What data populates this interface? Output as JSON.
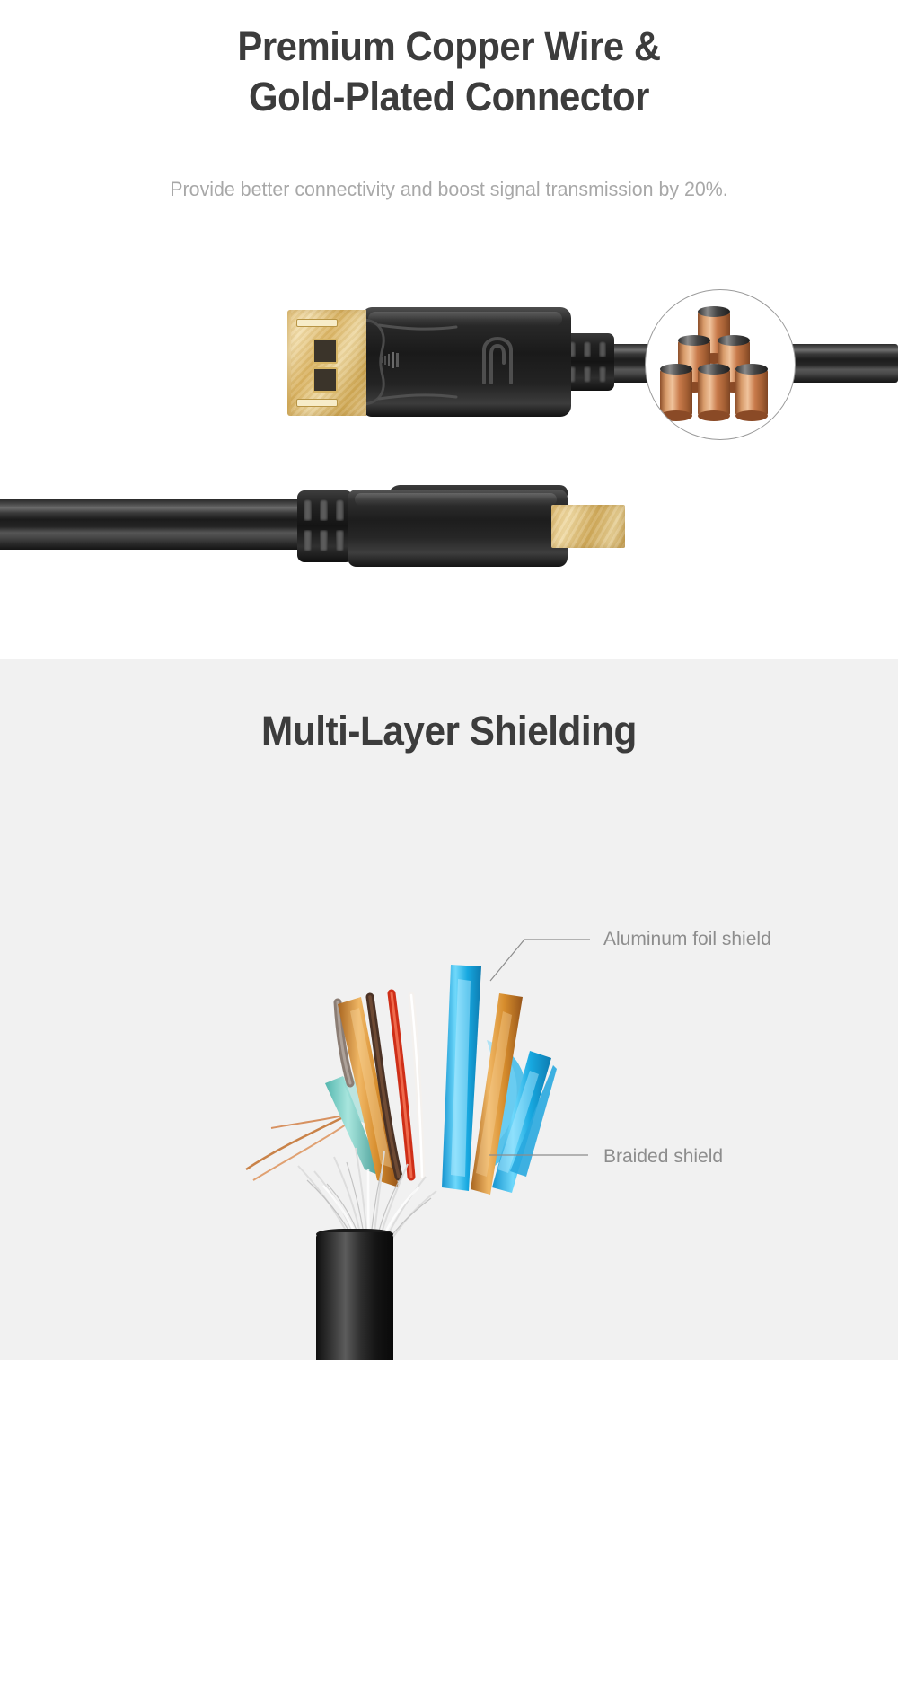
{
  "page": {
    "background_top": "#ffffff",
    "background_bottom": "#f1f1f1",
    "heading_color": "#3c3c3c",
    "subheading_color": "#a8a8a8",
    "label_color": "#8d8d8d"
  },
  "section_one": {
    "headline": "Premium Copper Wire &\nGold-Plated Connector",
    "subheadline": "Provide better connectivity and boost signal transmission by 20%.",
    "product": {
      "connector_front_name": "DisplayPort connector, gold-plated",
      "connector_side_name": "DisplayPort connector side view",
      "cable_color": "#1a1a1a",
      "gold_color": "#dfbb72"
    },
    "inset": {
      "name": "copper wire spools inset",
      "spool_count": 6,
      "copper_color": "#c37a46",
      "border_color": "#9a9a9a"
    }
  },
  "section_two": {
    "headline": "Multi-Layer Shielding",
    "callouts": [
      {
        "label": "Aluminum foil shield"
      },
      {
        "label": "Braided shield"
      }
    ],
    "cutaway": {
      "name": "cable cutaway cross-section",
      "jacket_color": "#141414",
      "braid_color": "#d8d8d8",
      "foil_colors": [
        "#2fb4e8",
        "#d8932f",
        "#7fd6d0"
      ],
      "wire_colors": [
        "#d93a1a",
        "#5a3a26",
        "#f2f2f2",
        "#c87b46"
      ]
    }
  }
}
